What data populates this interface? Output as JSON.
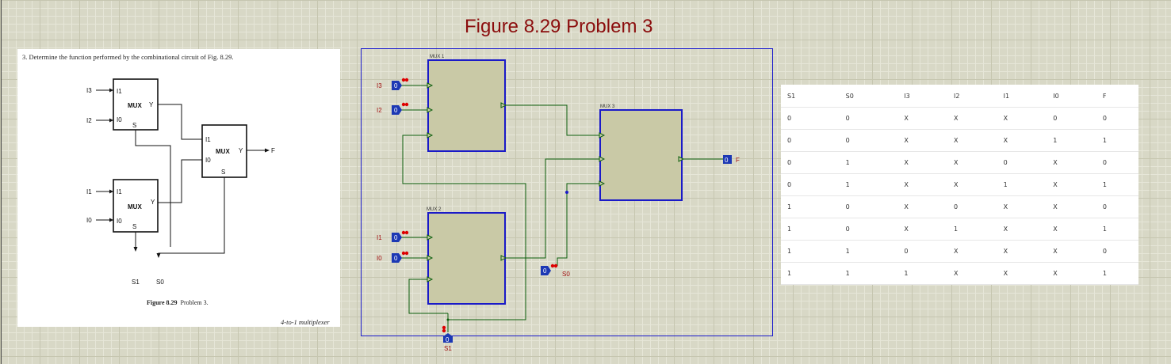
{
  "title": "Figure 8.29 Problem 3",
  "textbook": {
    "question": "3.  Determine the function performed by the combinational circuit of Fig. 8.29.",
    "figure_label": "Figure 8.29",
    "figure_caption": "Problem 3.",
    "note": "4-to-1 multiplexer",
    "mux_label": "MUX",
    "labels": {
      "in_i3": "I3",
      "in_i2": "I2",
      "in_i1": "I1",
      "in_i0": "I0",
      "pin_i1": "I1",
      "pin_i0": "I0",
      "pin_y": "Y",
      "pin_s": "S",
      "output_f": "F",
      "sel_s1": "S1",
      "sel_s0": "S0"
    }
  },
  "schematic": {
    "mux1_label": "MUX 1",
    "mux2_label": "MUX 2",
    "mux3_label": "MUX 3",
    "inputs": [
      {
        "name": "I3",
        "state": "0"
      },
      {
        "name": "I2",
        "state": "0"
      },
      {
        "name": "I1",
        "state": "0"
      },
      {
        "name": "I0",
        "state": "0"
      }
    ],
    "s0": {
      "name": "S0",
      "state": "0"
    },
    "s1": {
      "name": "S1",
      "state": "0"
    },
    "output": {
      "name": "F",
      "state": "0"
    },
    "colors": {
      "chip_fill": "#c9c9a6",
      "chip_border": "#1a1ac8",
      "wire": "#0c5e0c",
      "label": "#a01010",
      "terminal": "#1c38b4"
    }
  },
  "truth_table": {
    "headers": [
      "S1",
      "S0",
      "I3",
      "I2",
      "I1",
      "I0",
      "F"
    ],
    "rows": [
      [
        "0",
        "0",
        "X",
        "X",
        "X",
        "0",
        "0"
      ],
      [
        "0",
        "0",
        "X",
        "X",
        "X",
        "1",
        "1"
      ],
      [
        "0",
        "1",
        "X",
        "X",
        "0",
        "X",
        "0"
      ],
      [
        "0",
        "1",
        "X",
        "X",
        "1",
        "X",
        "1"
      ],
      [
        "1",
        "0",
        "X",
        "0",
        "X",
        "X",
        "0"
      ],
      [
        "1",
        "0",
        "X",
        "1",
        "X",
        "X",
        "1"
      ],
      [
        "1",
        "1",
        "0",
        "X",
        "X",
        "X",
        "0"
      ],
      [
        "1",
        "1",
        "1",
        "X",
        "X",
        "X",
        "1"
      ]
    ]
  }
}
